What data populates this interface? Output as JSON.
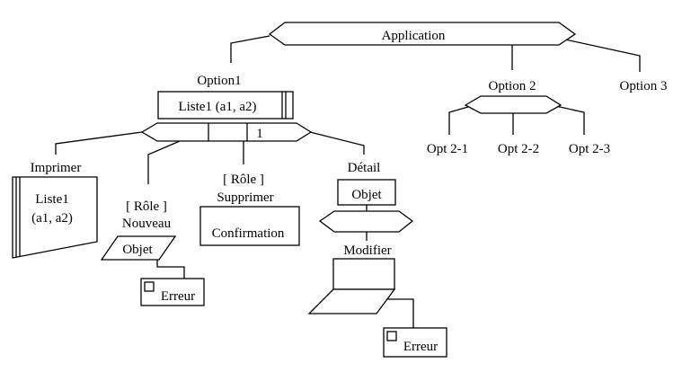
{
  "diagram": {
    "root": "Application",
    "option1": {
      "label": "Option1",
      "list": "Liste1 (a1, a2)",
      "multiplicity": "1"
    },
    "option2": {
      "label": "Option 2",
      "children": [
        "Opt 2-1",
        "Opt 2-2",
        "Opt 2-3"
      ]
    },
    "option3": {
      "label": "Option 3"
    },
    "imprimer": {
      "label": "Imprimer",
      "doc_line1": "Liste1",
      "doc_line2": "(a1, a2)"
    },
    "nouveau": {
      "role": "[ Rôle ]",
      "label": "Nouveau",
      "object": "Objet",
      "error": "Erreur"
    },
    "supprimer": {
      "role": "[ Rôle ]",
      "label": "Supprimer",
      "confirmation": "Confirmation"
    },
    "detail": {
      "label": "Détail",
      "object": "Objet",
      "modifier": "Modifier",
      "error": "Erreur"
    }
  }
}
